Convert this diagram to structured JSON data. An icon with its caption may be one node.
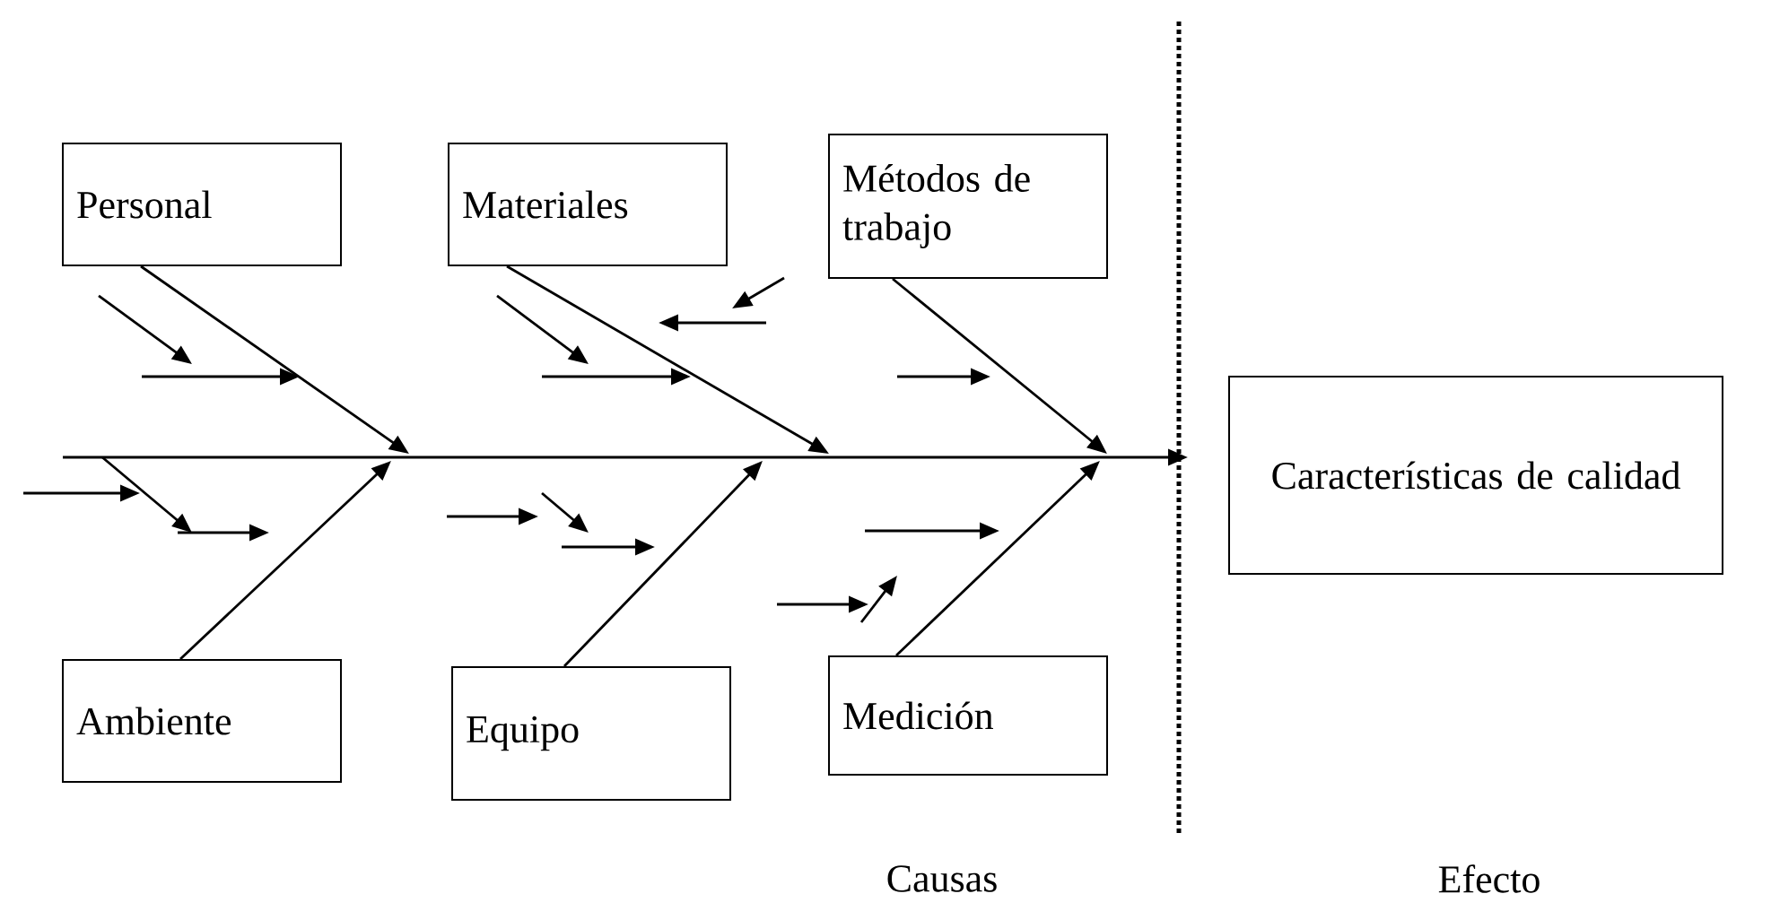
{
  "diagram": {
    "nodes": [
      {
        "text": [
          "Personal"
        ]
      },
      {
        "text": [
          "Materiales"
        ]
      },
      {
        "text": [
          "Métodos de trabajo"
        ]
      },
      {
        "text": [
          "Ambiente"
        ]
      },
      {
        "text": [
          "Equipo"
        ]
      },
      {
        "text": [
          "Medición"
        ]
      },
      {
        "text": [
          "Características de calidad"
        ]
      }
    ],
    "edges": [
      {
        "from": 0,
        "to": null,
        "arrow": "to"
      },
      {
        "from": 1,
        "to": null,
        "arrow": "to"
      },
      {
        "from": 2,
        "to": null,
        "arrow": "to"
      },
      {
        "from": 3,
        "to": null,
        "arrow": "to"
      },
      {
        "from": 4,
        "to": null,
        "arrow": "to"
      },
      {
        "from": 5,
        "to": null,
        "arrow": "to"
      }
    ],
    "labels": [
      "Causas",
      "Efecto"
    ]
  }
}
